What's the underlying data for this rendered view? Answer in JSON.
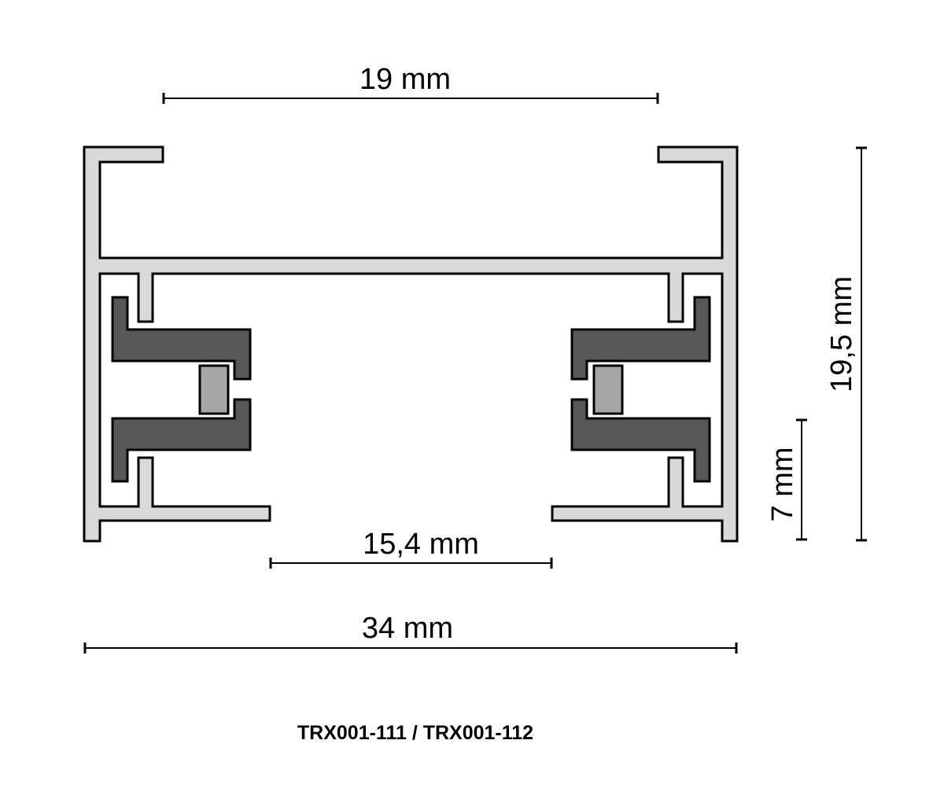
{
  "diagram": {
    "type": "track-profile-cross-section",
    "caption": "TRX001-111 / TRX001-112",
    "colors": {
      "housing_fill": "#d9d9d9",
      "insulator_fill": "#575757",
      "conductor_fill": "#a6a6a6",
      "outline": "#000000"
    },
    "dimensions": {
      "top_opening": "19 mm",
      "bottom_opening": "15,4 mm",
      "total_width": "34 mm",
      "total_height": "19,5 mm",
      "lower_height": "7 mm"
    }
  }
}
